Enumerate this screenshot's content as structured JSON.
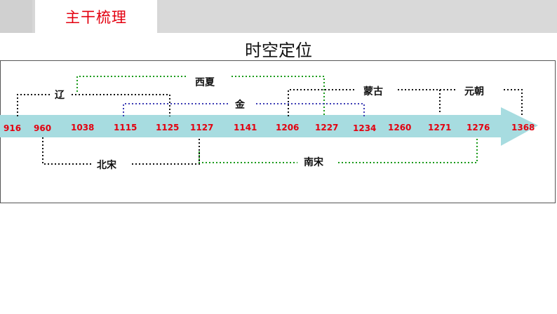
{
  "header": {
    "tab_label": "主干梳理",
    "subtitle": "时空定位"
  },
  "timeline": {
    "years": [
      "916",
      "960",
      "1038",
      "1115",
      "1125",
      "1127",
      "1141",
      "1206",
      "1227",
      "1234",
      "1260",
      "1271",
      "1276",
      "1368"
    ],
    "dynasties": {
      "liao": "辽",
      "xixia": "西夏",
      "jin": "金",
      "mongol": "蒙古",
      "yuan": "元朝",
      "beisong": "北宋",
      "nansong": "南宋"
    }
  },
  "colors": {
    "accent_red": "#e3000f",
    "arrow": "#a7dce0",
    "green_dots": "#1a9a1a",
    "blue_dots": "#3c3cb4",
    "black_dots": "#111111"
  }
}
